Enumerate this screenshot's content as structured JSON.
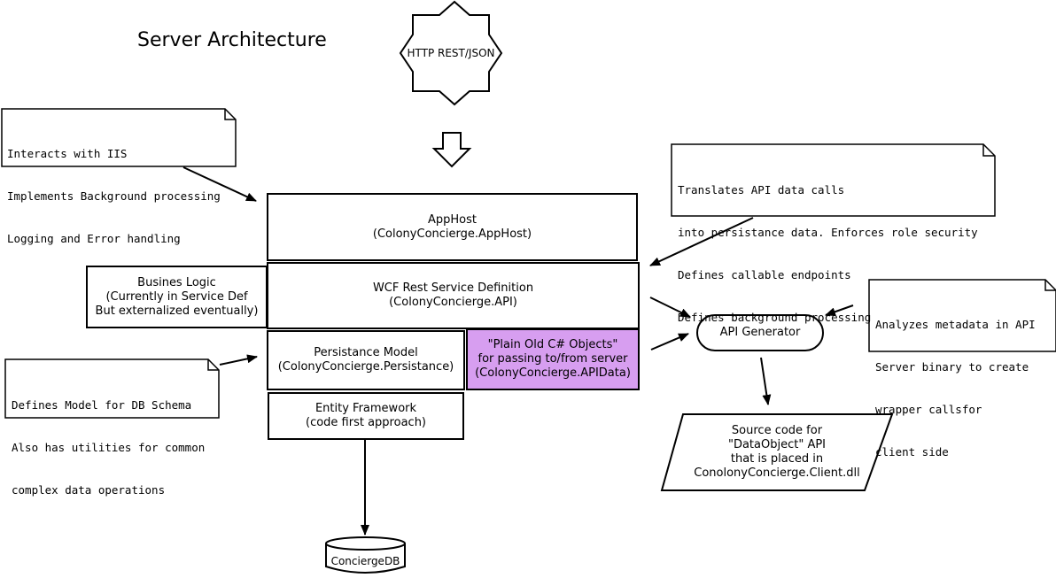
{
  "title": "Server Architecture",
  "http_star": {
    "label": "HTTP REST/JSON"
  },
  "notes": {
    "iis": [
      "Interacts with IIS",
      "Implements Background processing",
      "Logging and Error handling"
    ],
    "translates": [
      "Translates API data calls",
      "into persistance data. Enforces role security",
      "Defines callable endpoints",
      "Defines background processing"
    ],
    "model": [
      "Defines Model for DB Schema",
      "Also has utilities for common",
      "complex data operations"
    ],
    "analyzes": [
      "Analyzes metadata in API",
      "Server binary to create",
      "wrapper callsfor",
      "client side"
    ]
  },
  "boxes": {
    "apphost": [
      "AppHost",
      "(ColonyConcierge.AppHost)"
    ],
    "wcf": [
      "WCF Rest Service Definition",
      "(ColonyConcierge.API)"
    ],
    "business": [
      "Busines Logic",
      "(Currently in Service Def",
      "But externalized eventually)"
    ],
    "persistance": [
      "Persistance Model",
      "(ColonyConcierge.Persistance)"
    ],
    "poco": [
      "\"Plain Old C# Objects\"",
      "for passing to/from server",
      "(ColonyConcierge.APIData)"
    ],
    "entity": [
      "Entity Framework",
      "(code first approach)"
    ],
    "api_generator": "API Generator",
    "source_code": [
      "Source code for",
      "\"DataObject\" API",
      "that is placed in",
      "ConolonyConcierge.Client.dll"
    ],
    "db": "ConciergeDB"
  },
  "colors": {
    "poco_fill": "#d79ef0",
    "stroke": "#000000"
  }
}
